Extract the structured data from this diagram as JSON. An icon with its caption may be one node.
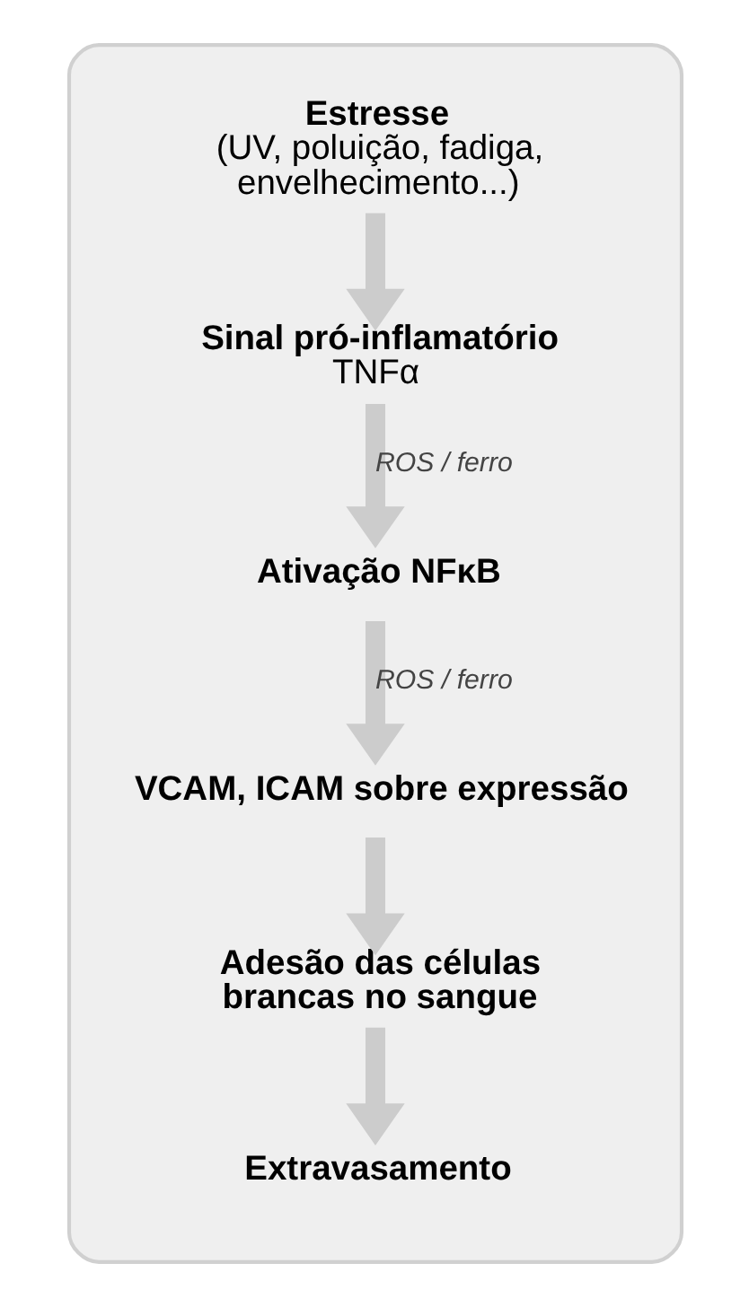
{
  "diagram": {
    "nodes": [
      {
        "text": [],
        "shape": "box"
      },
      {
        "text": [
          "Estresse",
          "(UV, poluição, fadiga, envelhecimento...)"
        ],
        "in": 0
      },
      {
        "text": [
          "Sinal pró-inflamatório",
          "TNFα"
        ],
        "in": 0
      },
      {
        "text": [
          "Ativação NFκB"
        ],
        "in": 0
      },
      {
        "text": [
          "VCAM, ICAM sobre expressão"
        ],
        "in": 0
      },
      {
        "text": [
          "Adesão das células brancas no sangue"
        ],
        "in": 0
      },
      {
        "text": [
          "Extravasamento"
        ],
        "in": 0
      }
    ],
    "edges": [
      {
        "from": 1,
        "to": 2,
        "arrow": "to"
      },
      {
        "from": 2,
        "to": 3,
        "arrow": "to",
        "label": "ROS / ferro"
      },
      {
        "from": 3,
        "to": 4,
        "arrow": "to",
        "label": "ROS / ferro"
      },
      {
        "from": 4,
        "to": 5,
        "arrow": "to"
      },
      {
        "from": 5,
        "to": 6,
        "arrow": "to"
      }
    ]
  }
}
